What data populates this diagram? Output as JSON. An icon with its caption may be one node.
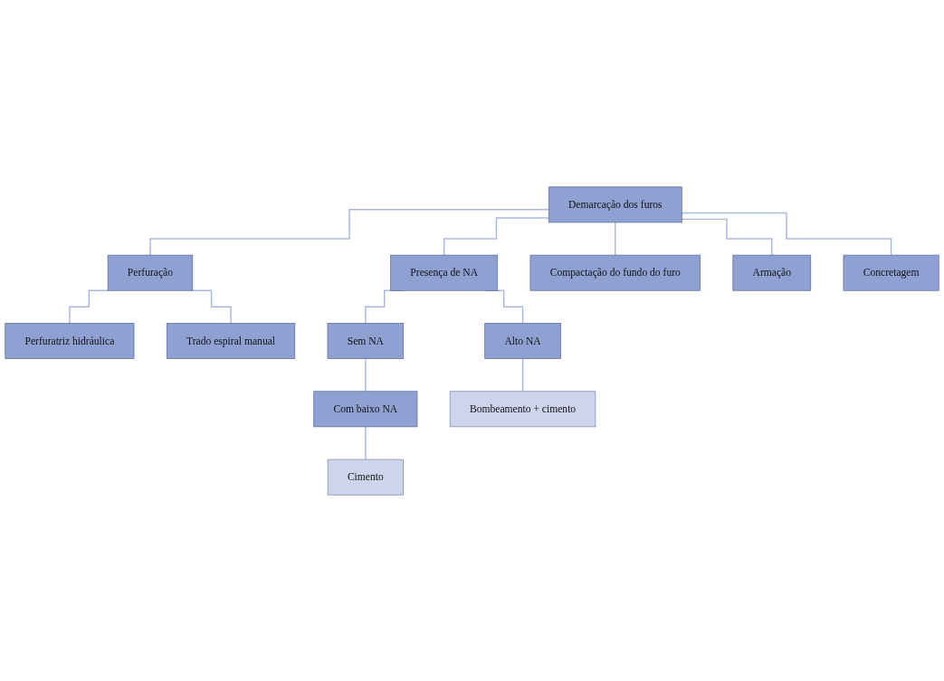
{
  "diagram": {
    "nodes": [
      {
        "text": [
          "Demarcação dos furos"
        ]
      },
      {
        "text": [
          "Perfuração"
        ]
      },
      {
        "text": [
          "Perfuratriz hidráulica"
        ]
      },
      {
        "text": [
          "Trado espiral manual"
        ]
      },
      {
        "text": [
          "Presença de NA"
        ]
      },
      {
        "text": [
          "Compactação do fundo do furo"
        ]
      },
      {
        "text": [
          "Com baixo NA"
        ]
      },
      {
        "text": [
          "Sem NA"
        ]
      },
      {
        "text": [
          "Alto NA"
        ]
      },
      {
        "text": [
          "Armação"
        ]
      },
      {
        "text": [
          "Cimento"
        ]
      },
      {
        "text": [
          "Bombeamento + cimento"
        ]
      },
      {
        "text": [
          "Concretagem"
        ]
      }
    ],
    "edges": [
      {
        "from": 0,
        "to": 1,
        "arrow": "none"
      },
      {
        "from": 1,
        "to": 2,
        "arrow": "none"
      },
      {
        "from": 1,
        "to": 3,
        "arrow": "none"
      },
      {
        "from": 0,
        "to": 4,
        "arrow": "none"
      },
      {
        "from": 0,
        "to": 5,
        "arrow": "none"
      },
      {
        "from": 0,
        "to": 9,
        "arrow": "none"
      },
      {
        "from": 0,
        "to": 12,
        "arrow": "none"
      },
      {
        "from": 4,
        "to": 7,
        "arrow": "none"
      },
      {
        "from": 4,
        "to": 8,
        "arrow": "none"
      },
      {
        "from": 7,
        "to": 6,
        "arrow": "none"
      },
      {
        "from": 6,
        "to": 10,
        "arrow": "none"
      },
      {
        "from": 8,
        "to": 11,
        "arrow": "none"
      }
    ]
  }
}
